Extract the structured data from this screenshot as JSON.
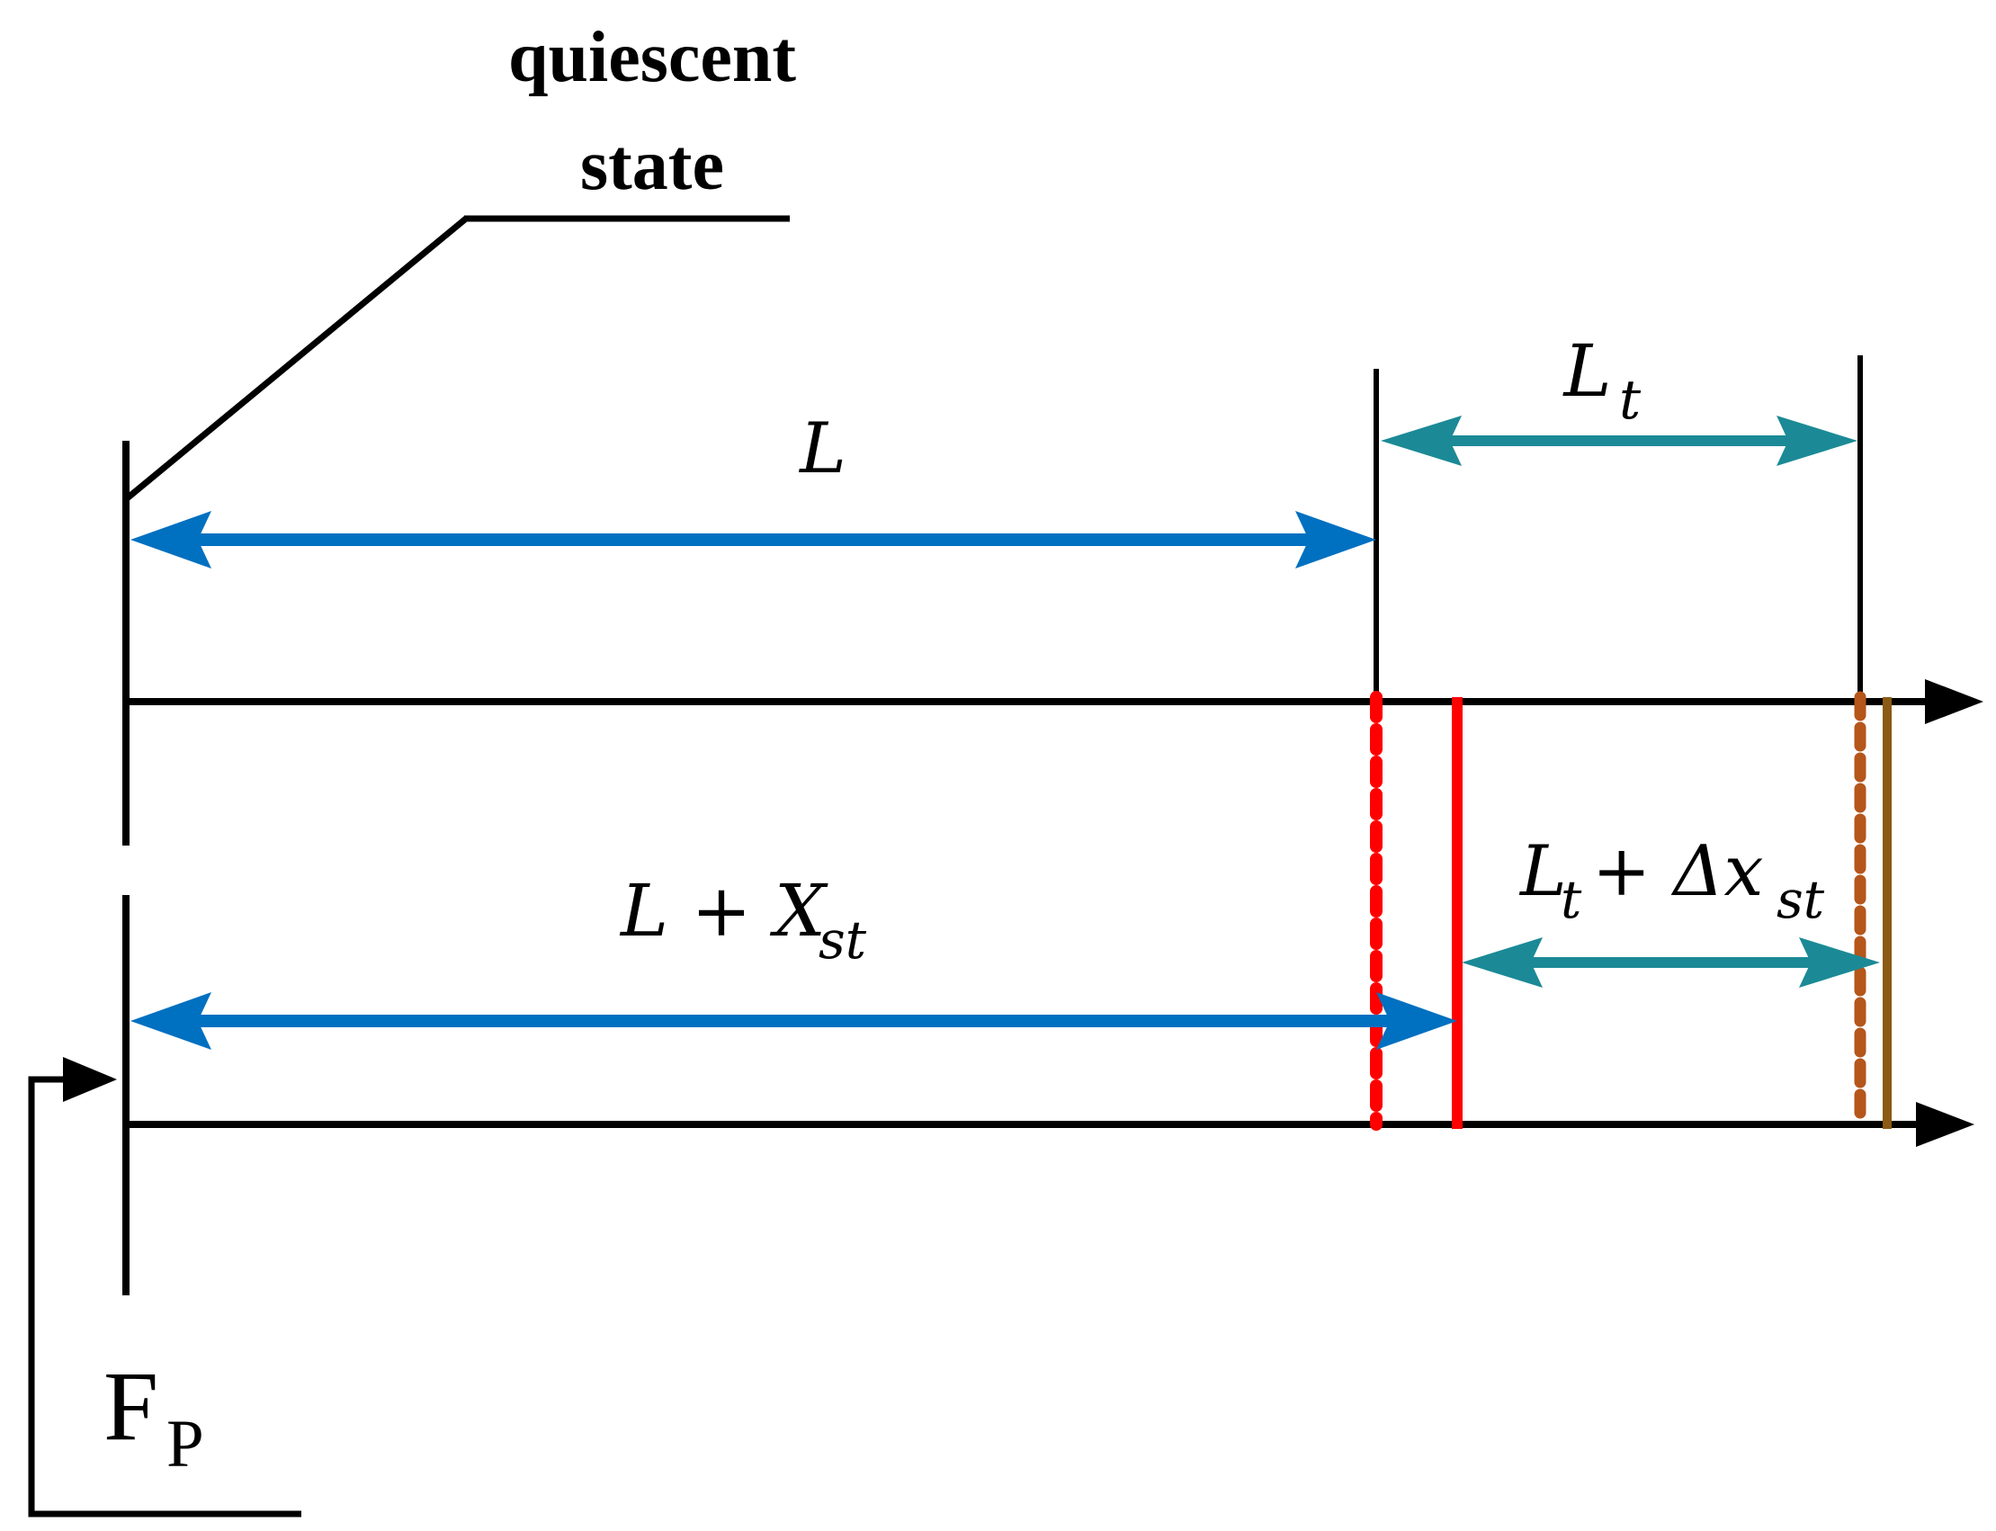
{
  "labels": {
    "quiescent_line1": "quiescent",
    "quiescent_line2": "state",
    "L": "L",
    "Lt_main": "L",
    "Lt_sub": "t",
    "L_plus": "L + X",
    "L_plus_sub": "st",
    "Lt_dx_main": "L",
    "Lt_dx_sub1": "t",
    "Lt_dx_mid": " + Δx",
    "Lt_dx_sub2": "st",
    "Fp_main": "F",
    "Fp_sub": "P"
  },
  "colors": {
    "line": "#000000",
    "blue_arrow": "#0070C0",
    "teal_arrow": "#1B8A96",
    "red": "#FF0000",
    "brown_dotted": "#B5561B",
    "brown_solid": "#8B5A14"
  }
}
